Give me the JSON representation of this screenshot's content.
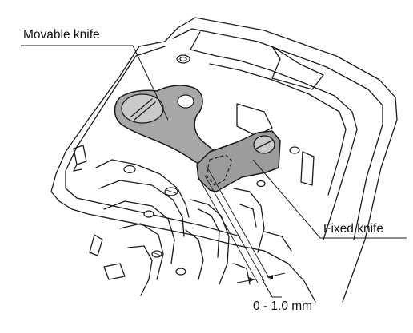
{
  "labels": {
    "movable_knife": "Movable knife",
    "fixed_knife": "Fixed knife",
    "clearance": "0 - 1.0 mm"
  },
  "colors": {
    "knife_fill": "#a7a7a7",
    "line": "#1a1a1a",
    "background": "#ffffff"
  }
}
